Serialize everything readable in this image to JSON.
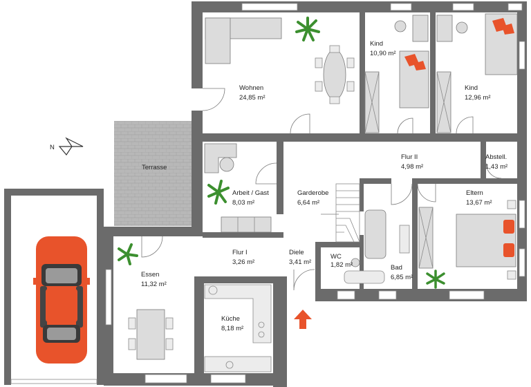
{
  "plan": {
    "compass_label": "N",
    "terrace_label": "Terrasse",
    "rooms": [
      {
        "id": "wohnen",
        "name": "Wohnen",
        "area": "24,85 m²"
      },
      {
        "id": "kind1",
        "name": "Kind",
        "area": "10,90 m²"
      },
      {
        "id": "kind2",
        "name": "Kind",
        "area": "12,96 m²"
      },
      {
        "id": "flur2",
        "name": "Flur II",
        "area": "4,98 m²"
      },
      {
        "id": "abstell",
        "name": "Abstell.",
        "area": "1,43 m²"
      },
      {
        "id": "arbeit",
        "name": "Arbeit / Gast",
        "area": "8,03 m²"
      },
      {
        "id": "garderobe",
        "name": "Garderobe",
        "area": "6,64 m²"
      },
      {
        "id": "eltern",
        "name": "Eltern",
        "area": "13,67 m²"
      },
      {
        "id": "flur1",
        "name": "Flur I",
        "area": "3,26 m²"
      },
      {
        "id": "diele",
        "name": "Diele",
        "area": "3,41 m²"
      },
      {
        "id": "wc",
        "name": "WC",
        "area": "1,82 m²"
      },
      {
        "id": "bad",
        "name": "Bad",
        "area": "6,85 m²"
      },
      {
        "id": "essen",
        "name": "Essen",
        "area": "11,32 m²"
      },
      {
        "id": "kueche",
        "name": "Küche",
        "area": "8,18 m²"
      }
    ],
    "colors": {
      "wall": "#6b6b6b",
      "furniture": "#dcdcdc",
      "terrace": "#b8b8b8",
      "car": "#e8532b",
      "cushion": "#e8532b",
      "plant": "#3c8f2f",
      "entrance_arrow": "#e8532b"
    }
  }
}
